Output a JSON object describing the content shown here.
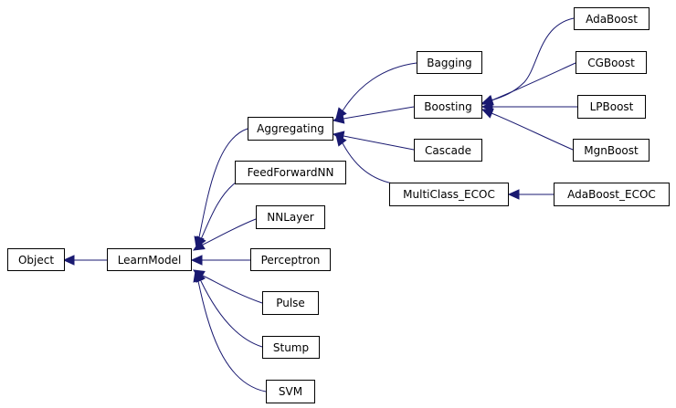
{
  "diagram": {
    "nodes": {
      "object": "Object",
      "learnmodel": "LearnModel",
      "aggregating": "Aggregating",
      "feedforwardnn": "FeedForwardNN",
      "nnlayer": "NNLayer",
      "perceptron": "Perceptron",
      "pulse": "Pulse",
      "stump": "Stump",
      "svm": "SVM",
      "bagging": "Bagging",
      "boosting": "Boosting",
      "cascade": "Cascade",
      "multiclass_ecoc": "MultiClass_ECOC",
      "adaboost": "AdaBoost",
      "cgboost": "CGBoost",
      "lpboost": "LPBoost",
      "mgnboost": "MgnBoost",
      "adaboost_ecoc": "AdaBoost_ECOC"
    },
    "edges": [
      {
        "child": "learnmodel",
        "parent": "object"
      },
      {
        "child": "aggregating",
        "parent": "learnmodel"
      },
      {
        "child": "feedforwardnn",
        "parent": "learnmodel"
      },
      {
        "child": "nnlayer",
        "parent": "learnmodel"
      },
      {
        "child": "perceptron",
        "parent": "learnmodel"
      },
      {
        "child": "pulse",
        "parent": "learnmodel"
      },
      {
        "child": "stump",
        "parent": "learnmodel"
      },
      {
        "child": "svm",
        "parent": "learnmodel"
      },
      {
        "child": "bagging",
        "parent": "aggregating"
      },
      {
        "child": "boosting",
        "parent": "aggregating"
      },
      {
        "child": "cascade",
        "parent": "aggregating"
      },
      {
        "child": "multiclass_ecoc",
        "parent": "aggregating"
      },
      {
        "child": "adaboost",
        "parent": "boosting"
      },
      {
        "child": "cgboost",
        "parent": "boosting"
      },
      {
        "child": "lpboost",
        "parent": "boosting"
      },
      {
        "child": "mgnboost",
        "parent": "boosting"
      },
      {
        "child": "adaboost_ecoc",
        "parent": "multiclass_ecoc"
      }
    ],
    "colors": {
      "edge": "#191970",
      "node_border": "#000000",
      "node_fill": "#ffffff",
      "text": "#000000"
    }
  }
}
